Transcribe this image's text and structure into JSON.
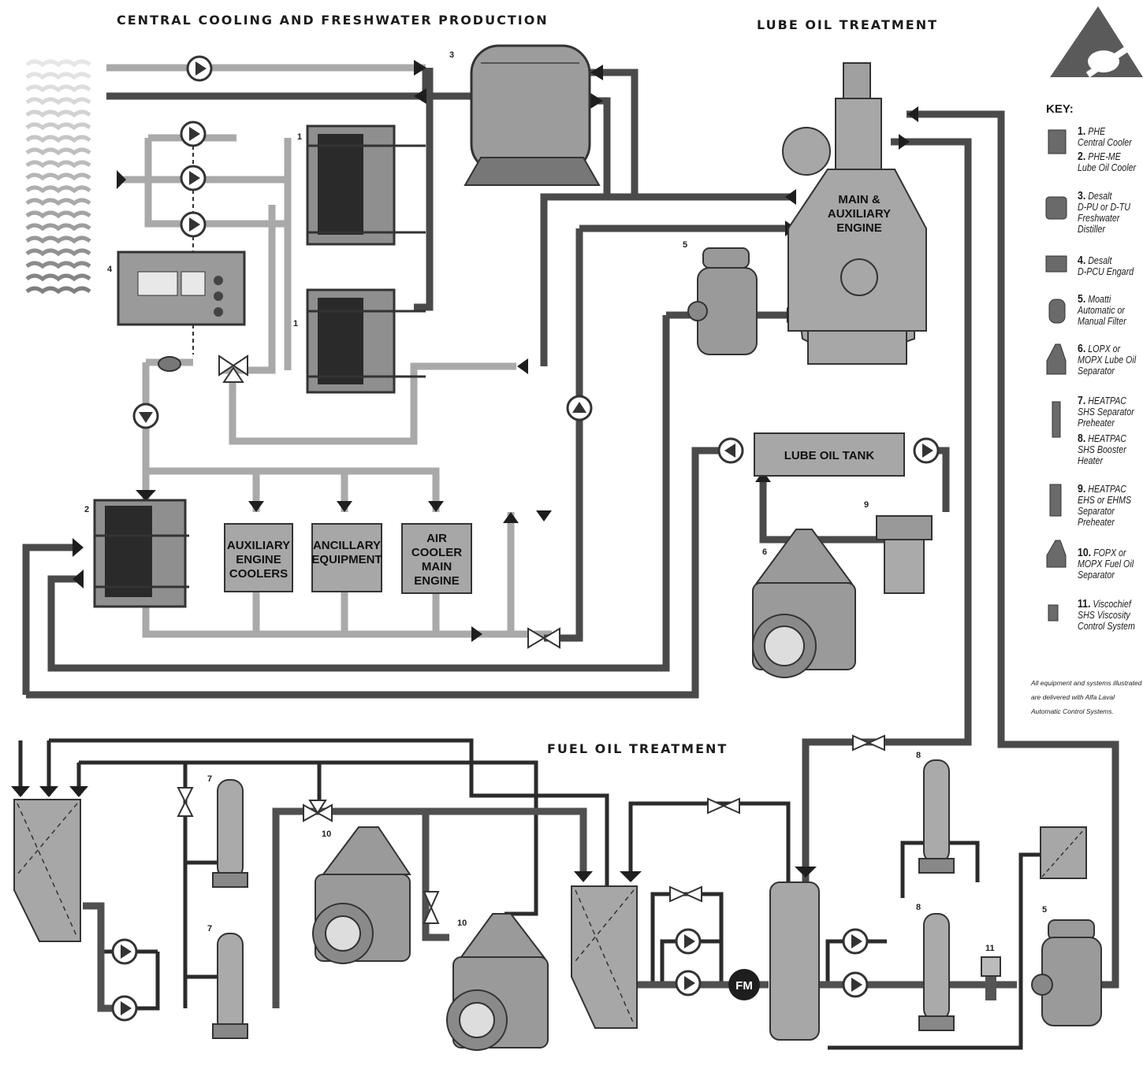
{
  "titles": {
    "central": "CENTRAL COOLING AND FRESHWATER PRODUCTION",
    "lube": "LUBE OIL TREATMENT",
    "fuel": "FUEL OIL TREATMENT"
  },
  "boxes": {
    "engine": [
      "MAIN &",
      "AUXILIARY",
      "ENGINE"
    ],
    "lube_tank": "LUBE OIL TANK",
    "aux_coolers": [
      "AUXILIARY",
      "ENGINE",
      "COOLERS"
    ],
    "ancillary": [
      "ANCILLARY",
      "EQUIPMENT"
    ],
    "air_cooler": [
      "AIR",
      "COOLER",
      "MAIN",
      "ENGINE"
    ],
    "flowmeter": "FM"
  },
  "numbers": {
    "n1a": "1",
    "n1b": "1",
    "n2": "2",
    "n3": "3",
    "n4": "4",
    "n5a": "5",
    "n5b": "5",
    "n6": "6",
    "n7a": "7",
    "n7b": "7",
    "n8a": "8",
    "n8b": "8",
    "n9": "9",
    "n10a": "10",
    "n10b": "10",
    "n11": "11"
  },
  "key": {
    "heading": "KEY:",
    "items": [
      {
        "num": "1.",
        "text": "PHE\nCentral Cooler"
      },
      {
        "num": "2.",
        "text": "PHE-ME\nLube Oil Cooler"
      },
      {
        "num": "3.",
        "text": "Desalt\nD-PU or D-TU\nFreshwater\nDistiller"
      },
      {
        "num": "4.",
        "text": "Desalt\nD-PCU Engard"
      },
      {
        "num": "5.",
        "text": "Moatti\nAutomatic or\nManual Filter"
      },
      {
        "num": "6.",
        "text": "LOPX or\nMOPX Lube Oil\nSeparator"
      },
      {
        "num": "7.",
        "text": "HEATPAC\nSHS Separator\nPreheater"
      },
      {
        "num": "8.",
        "text": "HEATPAC\nSHS Booster\nHeater"
      },
      {
        "num": "9.",
        "text": "HEATPAC\nEHS or EHMS\nSeparator\nPreheater"
      },
      {
        "num": "10.",
        "text": "FOPX or\nMOPX Fuel Oil\nSeparator"
      },
      {
        "num": "11.",
        "text": "Viscochief\nSHS Viscosity\nControl System"
      }
    ]
  },
  "footnote": "All equipment and systems illustrated are delivered with Alfa Laval Automatic Control Systems.",
  "colors": {
    "dark_pipe": "#4a4a4a",
    "light_pipe": "#a9a9a9",
    "equipment": "#9a9a9a",
    "box_fill": "#a7a7a7"
  }
}
